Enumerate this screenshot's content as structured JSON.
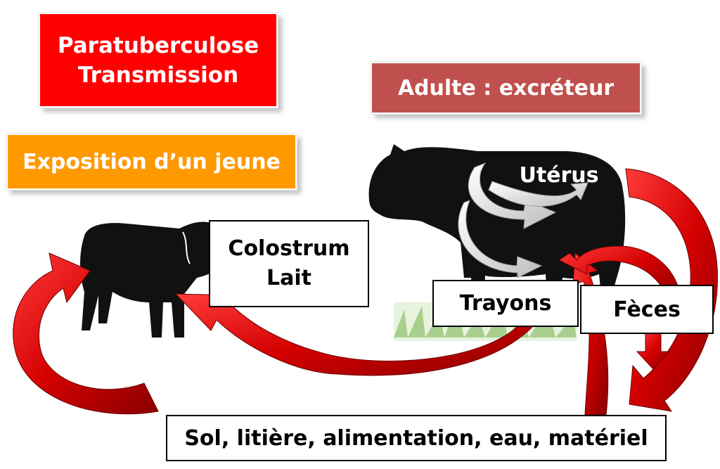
{
  "title": {
    "line1": "Paratuberculose",
    "line2": "Transmission"
  },
  "adult_label": "Adulte : excréteur",
  "young_label": "Exposition d’un jeune",
  "colostrum": {
    "line1": "Colostrum",
    "line2": "Lait"
  },
  "uterus_label": "Utérus",
  "teats_label": "Trayons",
  "feces_label": "Fèces",
  "environment_label": "Sol, litière, alimentation, eau, matériel",
  "colors": {
    "title_bg": "#ff0000",
    "adult_bg": "#c0504d",
    "young_bg": "#ff9900",
    "arrow_red": "#c00000",
    "silhouette": "#111111"
  }
}
